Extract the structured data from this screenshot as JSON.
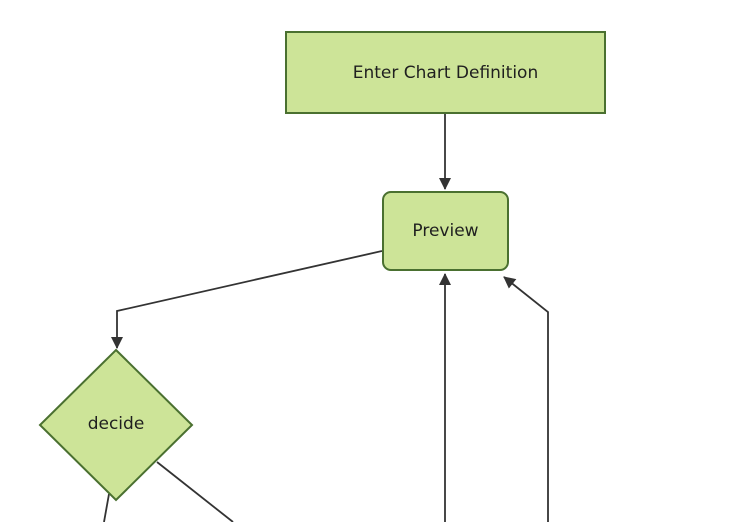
{
  "diagram": {
    "kind": "flowchart",
    "direction": "top-down",
    "nodes": [
      {
        "id": "enter-chart-definition",
        "label": "Enter Chart Definition",
        "shape": "rectangle"
      },
      {
        "id": "preview",
        "label": "Preview",
        "shape": "rounded-rectangle"
      },
      {
        "id": "decide",
        "label": "decide",
        "shape": "diamond"
      }
    ],
    "edges": [
      {
        "from": "enter-chart-definition",
        "to": "preview",
        "arrow": true
      },
      {
        "from": "preview",
        "to": "decide",
        "arrow": true
      },
      {
        "from": "off-screen-bottom-center",
        "to": "preview",
        "arrow": true
      },
      {
        "from": "off-screen-bottom-right",
        "to": "preview",
        "arrow": true
      },
      {
        "from": "decide",
        "to": "off-screen-bottom-left",
        "arrow": false
      },
      {
        "from": "decide",
        "to": "off-screen-bottom-right",
        "arrow": false
      }
    ],
    "colors": {
      "background": "#ffffff",
      "node_fill": "#cde498",
      "node_border": "#4a7030",
      "edge": "#333333",
      "text": "#1f1f1f"
    }
  }
}
